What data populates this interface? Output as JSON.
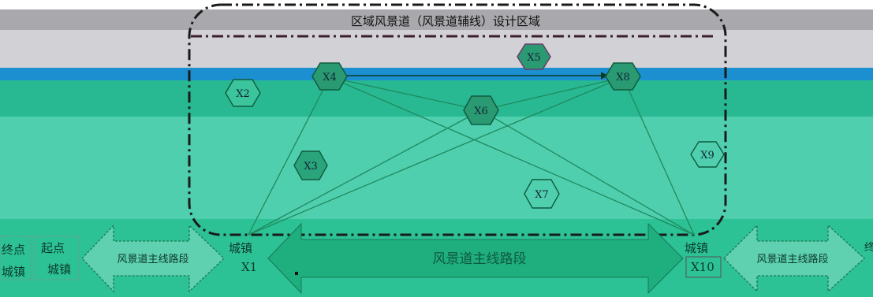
{
  "region_title": "区域风景道（风景道辅线）设计区域",
  "nodes": {
    "x1": "X1",
    "x2": "X2",
    "x3": "X3",
    "x4": "X4",
    "x5": "X5",
    "x6": "X6",
    "x7": "X7",
    "x8": "X8",
    "x9": "X9",
    "x10": "X10"
  },
  "labels": {
    "end_left_line1": "终点",
    "end_left_line2": "城镇",
    "start_line1": "起点",
    "start_line2": "城镇",
    "town_left": "城镇",
    "town_right": "城镇",
    "main_segment_left": "风景道主线路段",
    "main_segment_center": "风景道主线路段",
    "main_segment_right": "风景道主线路段",
    "right_edge_glyph": "终"
  },
  "colors": {
    "background_top": "#a8a8ac",
    "background_band": "#d2d2d6",
    "teal": "#2bbf95",
    "teal_light": "#5fd3b2",
    "accent_blue": "#1a86d1",
    "dark_green": "#1a8c5c",
    "hex_fill": "#2aa47a"
  }
}
